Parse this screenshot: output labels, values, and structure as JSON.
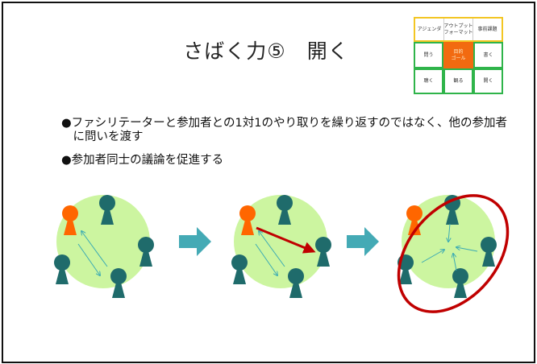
{
  "slide": {
    "title": "さばく力⑤　開く",
    "grid": {
      "row1": [
        "アジェンダ",
        "アウトプット\nフォーマット",
        "事前課題"
      ],
      "row2": [
        "問う",
        "目的\nゴール",
        "書く"
      ],
      "row3": [
        "聴く",
        "観る",
        "開く"
      ]
    },
    "bullets": [
      "●ファシリテーターと参加者との1対1のやり取りを繰り返すのではなく、他の参加者",
      "　に問いを渡す",
      "●参加者同士の議論を促進する"
    ],
    "colors": {
      "facilitator": "#ff6600",
      "participant": "#1f6b6b",
      "circle": "#ccf5a0",
      "arrow": "#3aaab3",
      "highlight": "#c00000",
      "yellow": "#f3c623",
      "green": "#2fb44a"
    }
  }
}
